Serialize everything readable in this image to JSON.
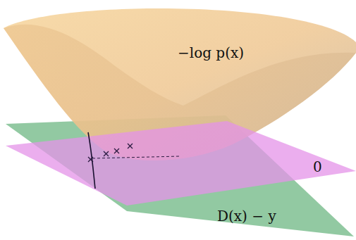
{
  "diagram": {
    "labels": [
      "−log p(x)",
      "0",
      "D(x) − y"
    ]
  }
}
